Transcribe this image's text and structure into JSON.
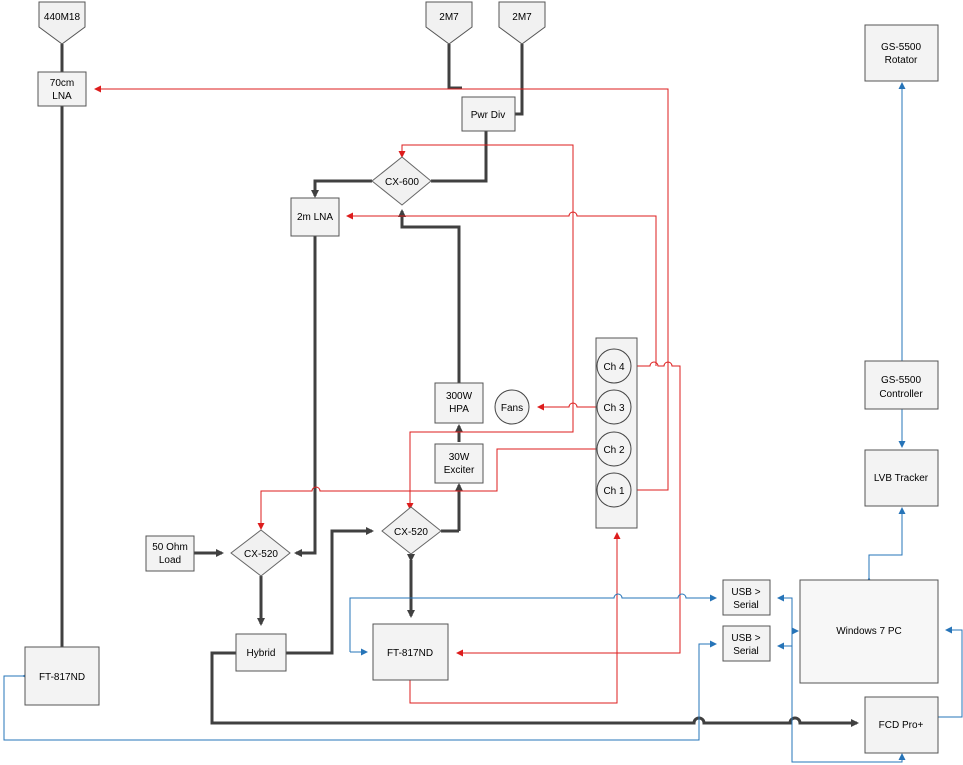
{
  "antennas": {
    "ant_440": "440M18",
    "ant_2m_a": "2M7",
    "ant_2m_b": "2M7"
  },
  "blocks": {
    "lna70_l1": "70cm",
    "lna70_l2": "LNA",
    "pwr_div": "Pwr Div",
    "lna2m": "2m LNA",
    "hpa_l1": "300W",
    "hpa_l2": "HPA",
    "exciter_l1": "30W",
    "exciter_l2": "Exciter",
    "load_l1": "50 Ohm",
    "load_l2": "Load",
    "hybrid": "Hybrid",
    "ft817_left": "FT-817ND",
    "ft817_mid": "FT-817ND",
    "usb1_l1": "USB >",
    "usb1_l2": "Serial",
    "usb2_l1": "USB >",
    "usb2_l2": "Serial",
    "pc": "Windows 7 PC",
    "fcd": "FCD Pro+",
    "rotator_l1": "GS-5500",
    "rotator_l2": "Rotator",
    "controller_l1": "GS-5500",
    "controller_l2": "Controller",
    "tracker": "LVB Tracker",
    "fans": "Fans"
  },
  "relays": {
    "cx600": "CX-600",
    "cx520_left": "CX-520",
    "cx520_mid": "CX-520"
  },
  "channels": {
    "ch4": "Ch 4",
    "ch3": "Ch 3",
    "ch2": "Ch 2",
    "ch1": "Ch 1"
  },
  "colors": {
    "rf_line": "#404040",
    "control_line": "#dd1c1c",
    "data_line": "#2674b8",
    "block_fill": "#f3f3f3",
    "block_stroke": "#555555"
  }
}
